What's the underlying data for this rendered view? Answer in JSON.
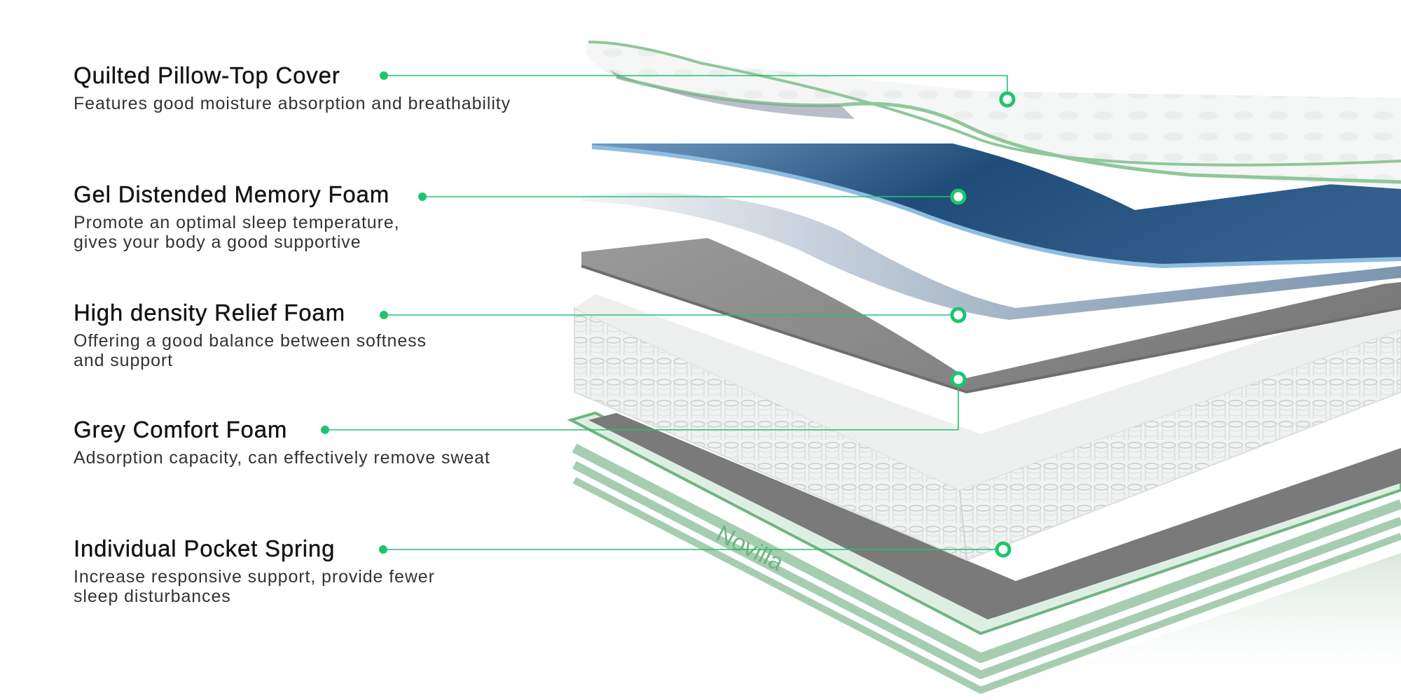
{
  "colors": {
    "accent": "#1ec46e",
    "cover_white": "#f4f6f5",
    "cover_trim": "#8fc79a",
    "gel_blue": "#3f6d97",
    "gel_edge": "#8fbde0",
    "grey_foam": "#8a8a8a",
    "spring_white": "#eceeee",
    "base_green": "#a6cdb0"
  },
  "brand": {
    "logo_text": "Novilla"
  },
  "layers": [
    {
      "title": "Quilted Pillow-Top Cover",
      "description": "Features good moisture absorption and breathability"
    },
    {
      "title": "Gel Distended Memory Foam",
      "description": "Promote an optimal sleep temperature,\ngives your body a good supportive"
    },
    {
      "title": "High density Relief Foam",
      "description": "Offering a good balance between softness\nand support"
    },
    {
      "title": "Grey Comfort Foam",
      "description": "Adsorption capacity, can effectively remove sweat"
    },
    {
      "title": "Individual Pocket Spring",
      "description": "Increase responsive support, provide fewer\nsleep disturbances"
    }
  ]
}
